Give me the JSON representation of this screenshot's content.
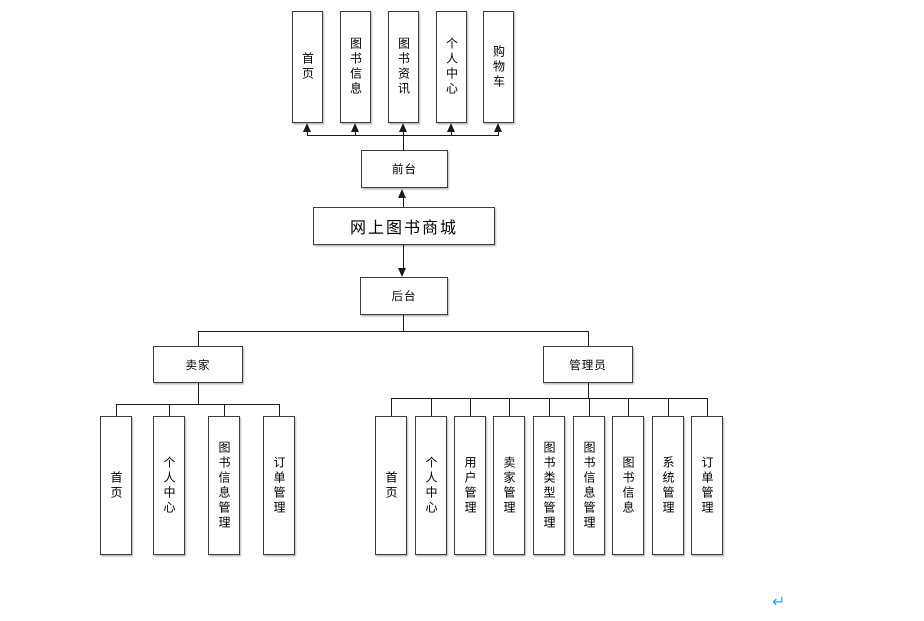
{
  "colors": {
    "background": "#ffffff",
    "connector_line": "#1c1c1c",
    "box_border": "#3d3d3d",
    "return_mark_blue": "#3b9ff0"
  },
  "root": {
    "label": "网上图书商城"
  },
  "front": {
    "label": "前台",
    "pages": [
      "首页",
      "图书信息",
      "图书资讯",
      "个人中心",
      "购物车"
    ]
  },
  "back": {
    "label": "后台"
  },
  "seller": {
    "label": "卖家",
    "pages": [
      "首页",
      "个人中心",
      "图书信息管理",
      "订单管理"
    ]
  },
  "admin": {
    "label": "管理员",
    "pages": [
      "首页",
      "个人中心",
      "用户管理",
      "卖家管理",
      "图书类型管理",
      "图书信息管理",
      "图书信息",
      "系统管理",
      "订单管理"
    ]
  },
  "paragraph_mark": "↵"
}
